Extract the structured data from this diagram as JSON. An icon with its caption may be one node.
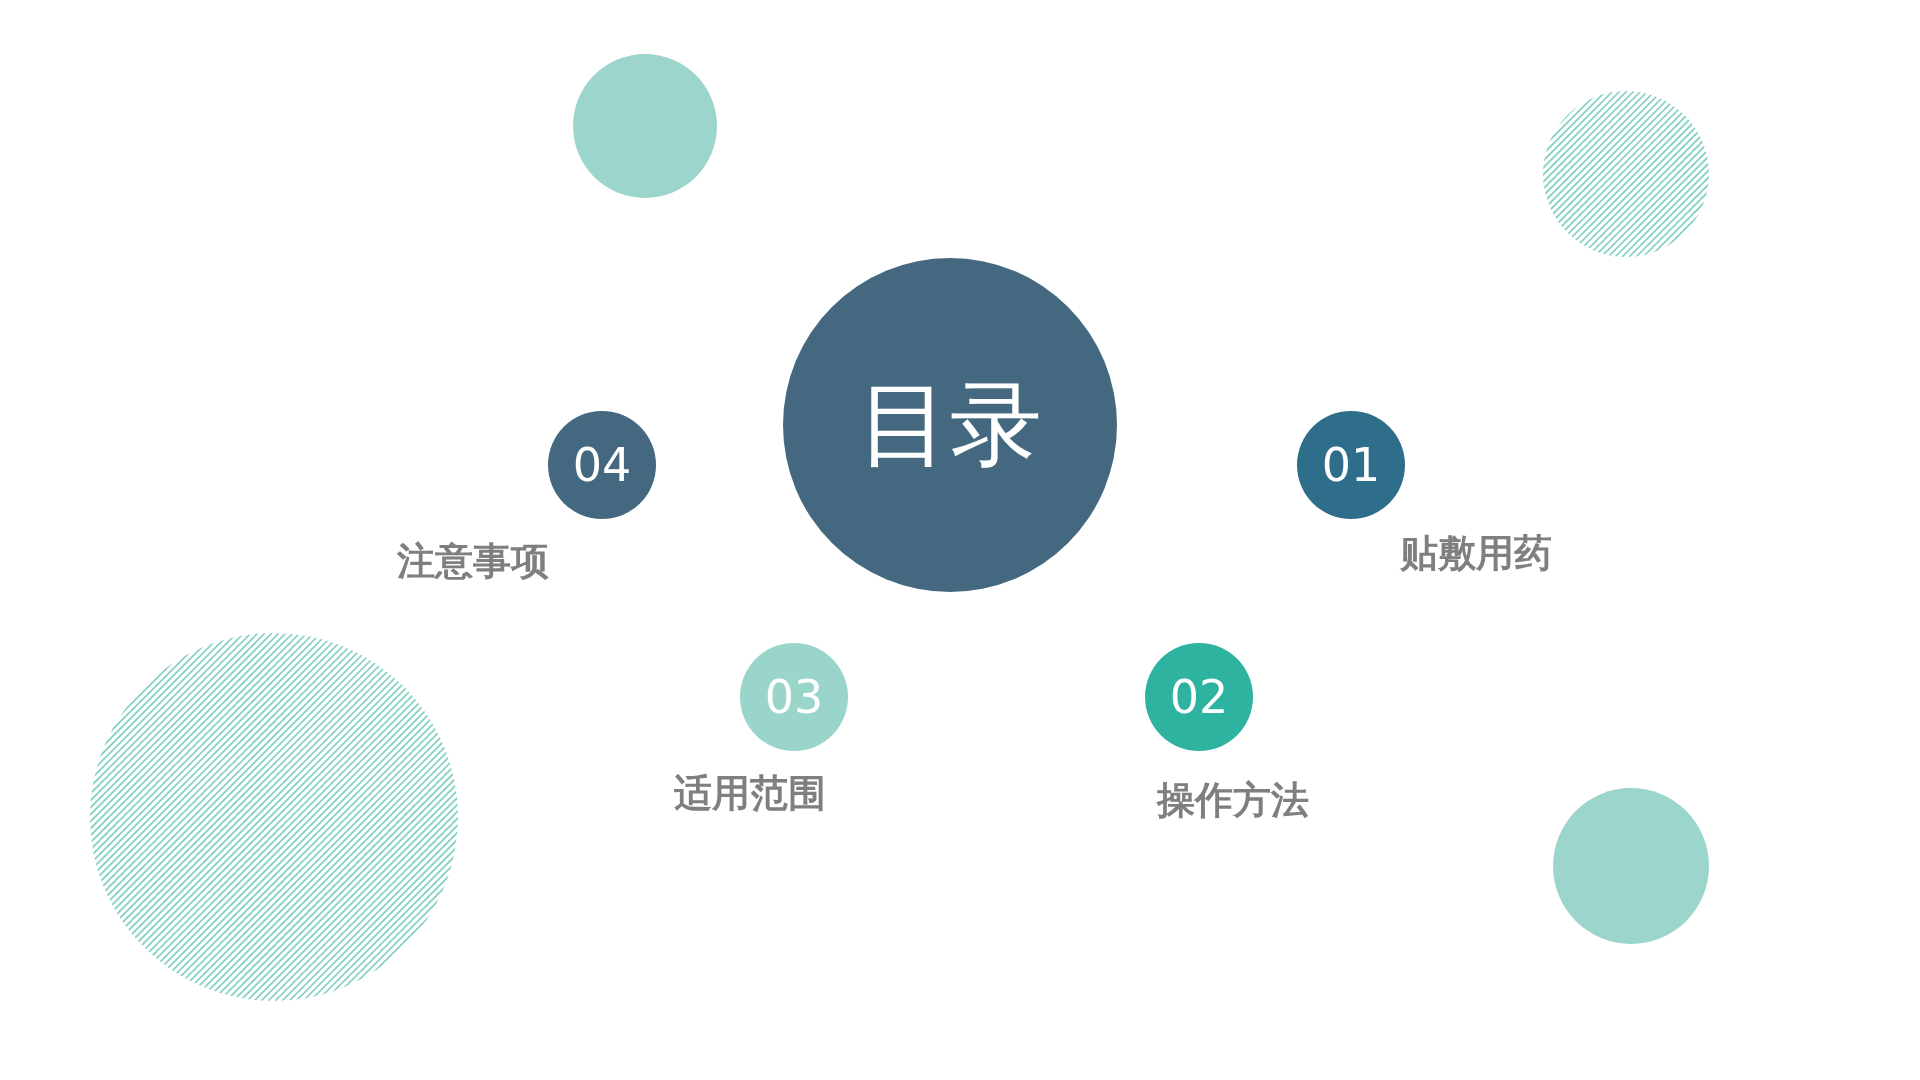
{
  "diagram": {
    "nodes": [
      {
        "text": [
          "目录"
        ]
      },
      {
        "text": [
          "01"
        ],
        "beside": [
          "贴敷用药"
        ]
      },
      {
        "text": [
          "02"
        ],
        "beside": [
          "操作方法"
        ]
      },
      {
        "text": [
          "03"
        ],
        "beside": [
          "适用范围"
        ]
      },
      {
        "text": [
          "04"
        ],
        "beside": [
          "注意事项"
        ]
      },
      {
        "text": [],
        "shape": "circle"
      },
      {
        "text": [],
        "shape": "circle"
      },
      {
        "text": [],
        "shape": "circle"
      },
      {
        "text": [],
        "shape": "circle"
      }
    ]
  }
}
